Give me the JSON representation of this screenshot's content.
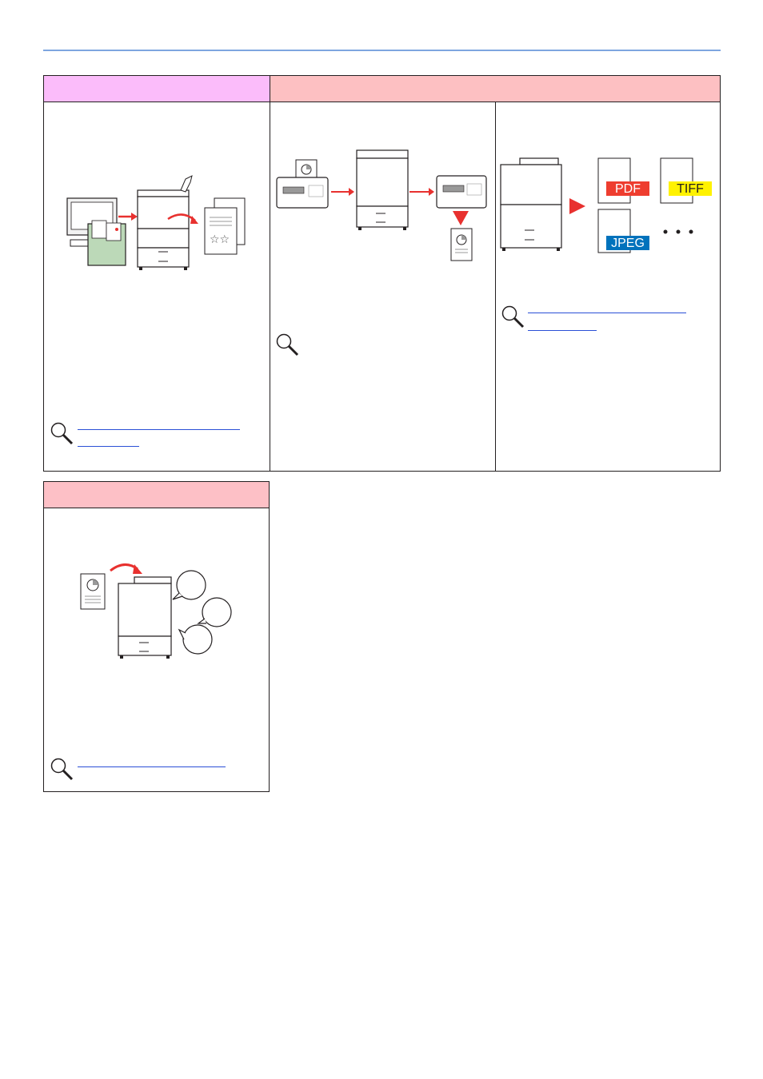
{
  "colors": {
    "top_rule": "#7ea6e0",
    "header_pink": "#fbbcfa",
    "header_salmon": "#fdc0c2",
    "header_light_salmon": "#fdc0c6",
    "arrow_red": "#e8312f",
    "link_blue": "#2a4fd6",
    "pdf_red": "#ee3d2f",
    "tiff_yellow": "#fff200",
    "jpeg_blue": "#0072bc",
    "box_green": "#bcd9b8"
  },
  "formats": {
    "pdf": "PDF",
    "tiff": "TIFF",
    "jpeg": "JPEG"
  },
  "icons": [
    "computer-icon",
    "folder-icon",
    "copier-icon",
    "hand-icon",
    "document-icon",
    "fax-machine-icon",
    "magnifier-icon",
    "speech-bubble-icon",
    "ellipsis-icon",
    "arrow-icon"
  ]
}
